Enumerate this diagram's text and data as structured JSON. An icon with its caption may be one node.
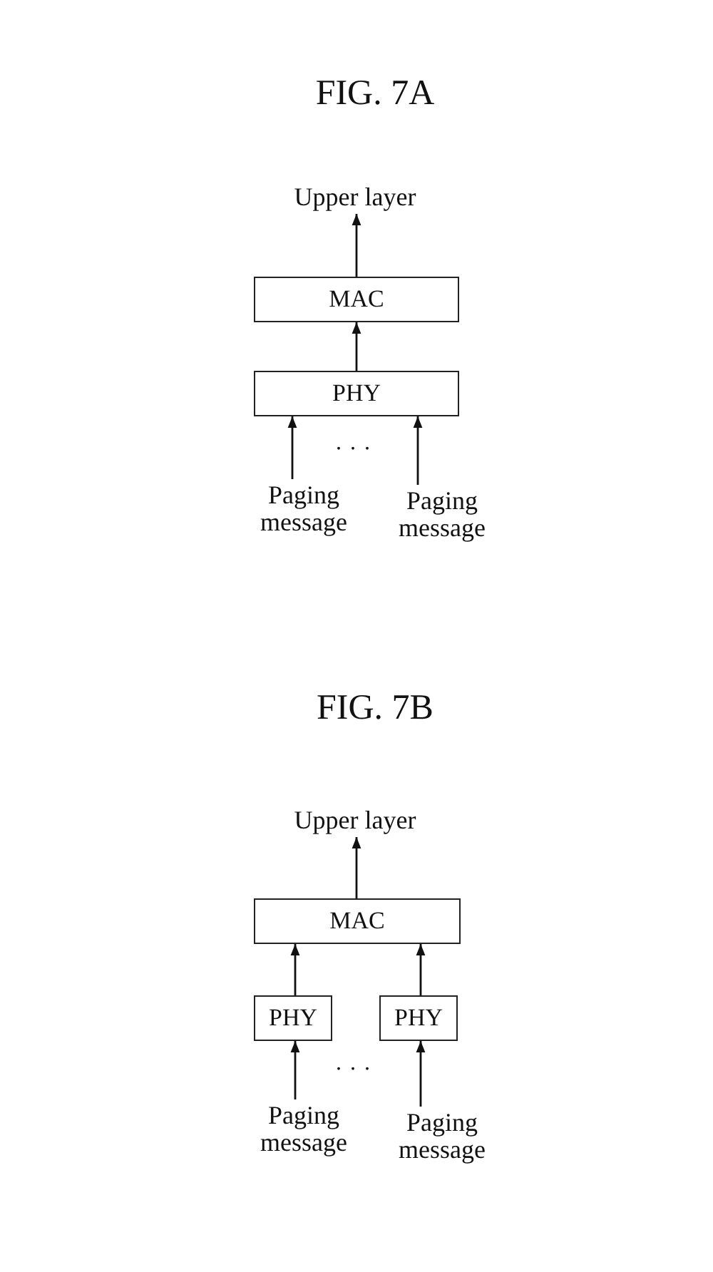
{
  "diagram": {
    "nodes": [
      {
        "text": [
          "Upper layer"
        ]
      },
      {
        "text": [
          "MAC"
        ]
      },
      {
        "text": [
          "PHY"
        ]
      },
      {
        "text": [
          "Paging message"
        ]
      },
      {
        "text": [
          "Paging message"
        ]
      },
      {
        "text": [
          "Upper layer"
        ]
      },
      {
        "text": [
          "MAC"
        ]
      },
      {
        "text": [
          "PHY"
        ]
      },
      {
        "text": [
          "PHY"
        ]
      },
      {
        "text": [
          "Paging message"
        ]
      },
      {
        "text": [
          "Paging message"
        ]
      }
    ],
    "edges": [
      {
        "from": 1,
        "to": 0,
        "arrow": "to"
      },
      {
        "from": 2,
        "to": 1,
        "arrow": "to"
      },
      {
        "from": 3,
        "to": 2,
        "arrow": "to"
      },
      {
        "from": 4,
        "to": 2,
        "arrow": "to"
      },
      {
        "from": 6,
        "to": 5,
        "arrow": "to"
      },
      {
        "from": 7,
        "to": 6,
        "arrow": "to"
      },
      {
        "from": 8,
        "to": 6,
        "arrow": "to"
      },
      {
        "from": 9,
        "to": 7,
        "arrow": "to"
      },
      {
        "from": 10,
        "to": 8,
        "arrow": "to"
      }
    ],
    "labels": [
      "FIG. 7A",
      ". . .",
      "FIG. 7B",
      ". . ."
    ]
  }
}
